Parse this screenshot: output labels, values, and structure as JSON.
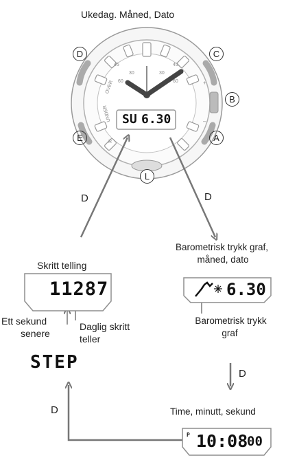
{
  "caption_top": "Ukedag. Måned, Dato",
  "watch": {
    "buttons": {
      "C": "C",
      "D": "D",
      "B": "B",
      "E": "E",
      "A": "A",
      "L": "L"
    },
    "bezel_labels": [
      "45",
      "30",
      "30",
      "45",
      "60",
      "60"
    ],
    "dial_labels": {
      "over": "OVER",
      "under": "UNDER",
      "plus": "+",
      "minus": "–",
      "r": "R"
    },
    "display_day": "SU",
    "display_date": "6.30"
  },
  "arrows": {
    "left": "D",
    "right": "D",
    "down": "D",
    "bottom": "D"
  },
  "step_panel": {
    "title": "Skritt telling",
    "count": "11287",
    "note_left_line1": "Ett sekund",
    "note_left_line2": "senere",
    "note_right_line1": "Daglig skritt",
    "note_right_line2": "teller",
    "mode_text": "STEP"
  },
  "baro_panel": {
    "title_line1": "Barometrisk trykk graf,",
    "title_line2": "måned, dato",
    "date": "6.30",
    "note_line1": "Barometrisk trykk",
    "note_line2": "graf"
  },
  "time_panel": {
    "title": "Time, minutt, sekund",
    "pm": "P",
    "time": "10:08",
    "seconds": "00"
  }
}
